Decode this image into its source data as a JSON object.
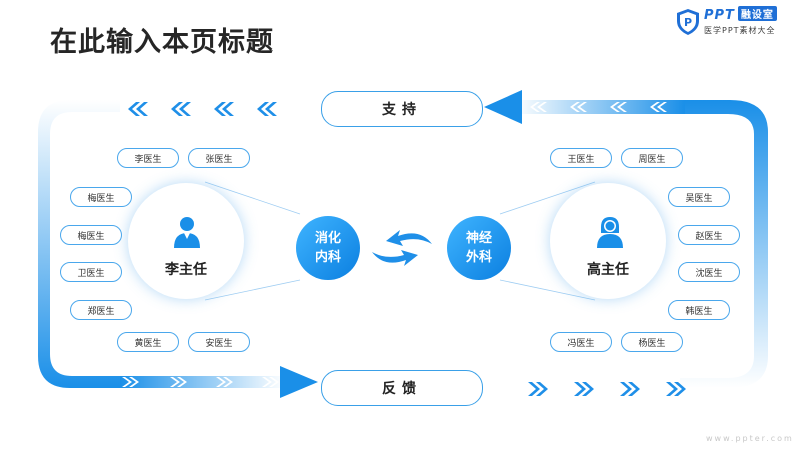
{
  "title": "在此输入本页标题",
  "logo": {
    "main": "PPT",
    "tag": "融设室",
    "sub": "医学PPT素材大全"
  },
  "top_pill": "支持",
  "bottom_pill": "反馈",
  "left_director": {
    "name": "李主任",
    "icon": "doctor-male-icon"
  },
  "right_director": {
    "name": "高主任",
    "icon": "doctor-female-icon"
  },
  "left_dept": {
    "line1": "消化",
    "line2": "内科"
  },
  "right_dept": {
    "line1": "神经",
    "line2": "外科"
  },
  "left_doctors": [
    "李医生",
    "张医生",
    "梅医生",
    "梅医生",
    "卫医生",
    "郑医生",
    "黄医生",
    "安医生"
  ],
  "right_doctors": [
    "王医生",
    "周医生",
    "吴医生",
    "赵医生",
    "沈医生",
    "韩医生",
    "冯医生",
    "杨医生"
  ],
  "watermark": "www.ppter.com",
  "colors": {
    "accent": "#1f8fe8",
    "accent_dark": "#0b7fe0",
    "accent_light": "#cfe8fb"
  }
}
